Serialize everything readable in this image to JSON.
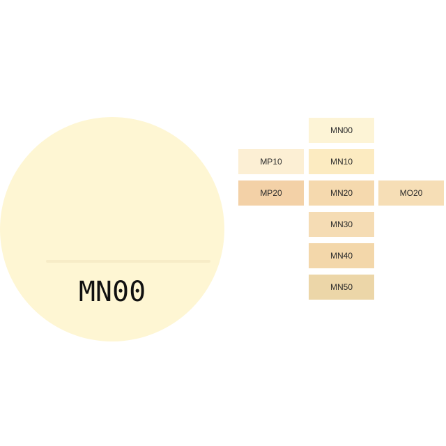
{
  "selected": {
    "label": "MN00",
    "color": "#fef6d3",
    "divider_color": "#f1e4bd"
  },
  "shades": [
    {
      "id": "mn00",
      "label": "MN00",
      "color": "#fdf4d6"
    },
    {
      "id": "mp10",
      "label": "MP10",
      "color": "#fcefd4"
    },
    {
      "id": "mn10",
      "label": "MN10",
      "color": "#fcebc1"
    },
    {
      "id": "mp20",
      "label": "MP20",
      "color": "#f3d1a7"
    },
    {
      "id": "mn20",
      "label": "MN20",
      "color": "#f5d9ae"
    },
    {
      "id": "mo20",
      "label": "MO20",
      "color": "#f6deb6"
    },
    {
      "id": "mn30",
      "label": "MN30",
      "color": "#f5dcb4"
    },
    {
      "id": "mn40",
      "label": "MN40",
      "color": "#f3d7aa"
    },
    {
      "id": "mn50",
      "label": "MN50",
      "color": "#ecd6a8"
    }
  ]
}
